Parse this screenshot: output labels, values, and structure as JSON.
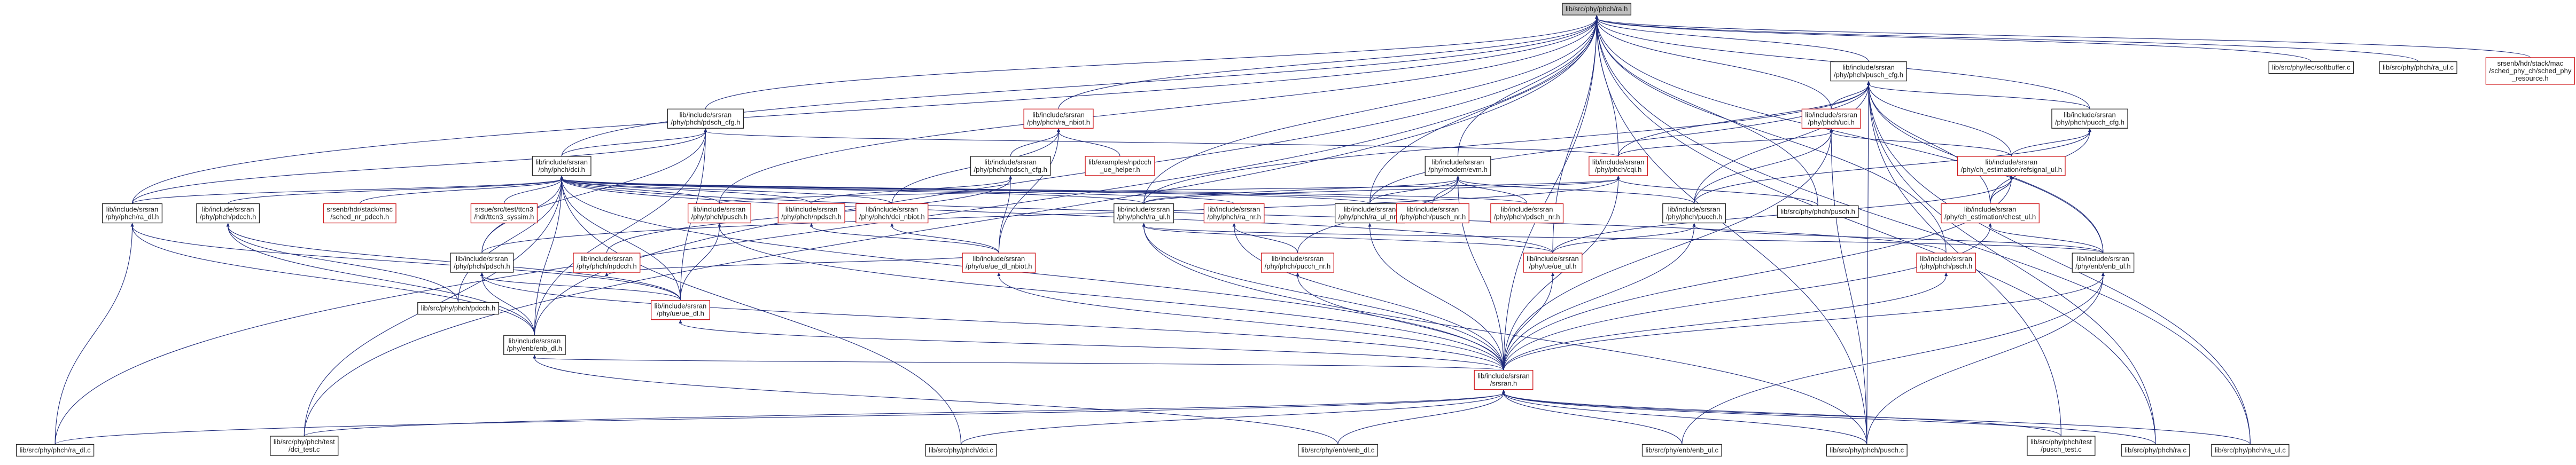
{
  "nodes": [
    {
      "id": "root",
      "lines": [
        "lib/src/phy/phch/ra.h"
      ],
      "style": "root"
    },
    {
      "id": "pusch_cfg",
      "lines": [
        "lib/include/srsran",
        "/phy/phch/pusch_cfg.h"
      ],
      "style": "black"
    },
    {
      "id": "softbuffer_c",
      "lines": [
        "lib/src/phy/fec/softbuffer.c"
      ],
      "style": "black"
    },
    {
      "id": "ra_ul_c",
      "lines": [
        "lib/src/phy/phch/ra_ul.c"
      ],
      "style": "black"
    },
    {
      "id": "sched_phy_resource",
      "lines": [
        "srsenb/hdr/stack/mac",
        "/sched_phy_ch/sched_phy",
        "_resource.h"
      ],
      "style": "red"
    },
    {
      "id": "pdsch_cfg",
      "lines": [
        "lib/include/srsran",
        "/phy/phch/pdsch_cfg.h"
      ],
      "style": "black"
    },
    {
      "id": "ra_nbiot",
      "lines": [
        "lib/include/srsran",
        "/phy/phch/ra_nbiot.h"
      ],
      "style": "red"
    },
    {
      "id": "uci",
      "lines": [
        "lib/include/srsran",
        "/phy/phch/uci.h"
      ],
      "style": "red"
    },
    {
      "id": "pucch_cfg",
      "lines": [
        "lib/include/srsran",
        "/phy/phch/pucch_cfg.h"
      ],
      "style": "black"
    },
    {
      "id": "dci",
      "lines": [
        "lib/include/srsran",
        "/phy/phch/dci.h"
      ],
      "style": "black"
    },
    {
      "id": "npdsch_cfg",
      "lines": [
        "lib/include/srsran",
        "/phy/phch/npdsch_cfg.h"
      ],
      "style": "black"
    },
    {
      "id": "pdcch_ue_helper",
      "lines": [
        "lib/examples/npdcch",
        "_ue_helper.h"
      ],
      "style": "red"
    },
    {
      "id": "modem_evm",
      "lines": [
        "lib/include/srsran",
        "/phy/modem/evm.h"
      ],
      "style": "black"
    },
    {
      "id": "cqi",
      "lines": [
        "lib/include/srsran",
        "/phy/phch/cqi.h"
      ],
      "style": "red"
    },
    {
      "id": "chest_sl_ref",
      "lines": [
        "lib/include/srsran",
        "/phy/ch_estimation/refsignal_ul.h"
      ],
      "style": "red"
    },
    {
      "id": "ra_dl",
      "lines": [
        "lib/include/srsran",
        "/phy/phch/ra_dl.h"
      ],
      "style": "black"
    },
    {
      "id": "mac_test_pdcch",
      "lines": [
        "lib/include/srsran",
        "/phy/phch/pdcch.h"
      ],
      "style": "black"
    },
    {
      "id": "sched_nr_pdcch",
      "lines": [
        "srsenb/hdr/stack/mac",
        "/sched_nr_pdcch.h"
      ],
      "style": "red"
    },
    {
      "id": "cs_ue_test",
      "lines": [
        "srsue/src/test/ttcn3",
        "/hdr/ttcn3_syssim.h"
      ],
      "style": "red"
    },
    {
      "id": "pusch",
      "lines": [
        "lib/include/srsran",
        "/phy/phch/pusch.h"
      ],
      "style": "red"
    },
    {
      "id": "npdsch",
      "lines": [
        "lib/include/srsran",
        "/phy/phch/npdsch.h"
      ],
      "style": "red"
    },
    {
      "id": "dci_nbiot",
      "lines": [
        "lib/include/srsran",
        "/phy/phch/dci_nbiot.h"
      ],
      "style": "red"
    },
    {
      "id": "ra_ul",
      "lines": [
        "lib/include/srsran",
        "/phy/phch/ra_ul.h"
      ],
      "style": "black"
    },
    {
      "id": "ra_nr",
      "lines": [
        "lib/include/srsran",
        "/phy/phch/ra_nr.h"
      ],
      "style": "red"
    },
    {
      "id": "ra_ul_nr",
      "lines": [
        "lib/include/srsran",
        "/phy/phch/ra_ul_nr.h"
      ],
      "style": "black"
    },
    {
      "id": "pusch_nr",
      "lines": [
        "lib/include/srsran",
        "/phy/phch/pusch_nr.h"
      ],
      "style": "red"
    },
    {
      "id": "pdsch_nr",
      "lines": [
        "lib/include/srsran",
        "/phy/phch/pdsch_nr.h"
      ],
      "style": "red"
    },
    {
      "id": "pucch",
      "lines": [
        "lib/include/srsran",
        "/phy/phch/pucch.h"
      ],
      "style": "black"
    },
    {
      "id": "pusch_c",
      "lines": [
        "lib/src/phy/phch/pusch.h"
      ],
      "style": "black"
    },
    {
      "id": "chest_ul",
      "lines": [
        "lib/include/srsran",
        "/phy/ch_estimation/chest_ul.h"
      ],
      "style": "red"
    },
    {
      "id": "pdsch",
      "lines": [
        "lib/include/srsran",
        "/phy/phch/pdsch.h"
      ],
      "style": "black"
    },
    {
      "id": "npdcch",
      "lines": [
        "lib/include/srsran",
        "/phy/phch/npdcch.h"
      ],
      "style": "red"
    },
    {
      "id": "ue_dl_nbiot",
      "lines": [
        "lib/include/srsran",
        "/phy/ue/ue_dl_nbiot.h"
      ],
      "style": "red"
    },
    {
      "id": "pucch_nr",
      "lines": [
        "lib/include/srsran",
        "/phy/phch/pucch_nr.h"
      ],
      "style": "red"
    },
    {
      "id": "ue_ul",
      "lines": [
        "lib/include/srsran",
        "/phy/ue/ue_ul.h"
      ],
      "style": "red"
    },
    {
      "id": "psch",
      "lines": [
        "lib/include/srsran",
        "/phy/phch/psch.h"
      ],
      "style": "red"
    },
    {
      "id": "enb_ul",
      "lines": [
        "lib/include/srsran",
        "/phy/enb/enb_ul.h"
      ],
      "style": "black"
    },
    {
      "id": "pdcch_c",
      "lines": [
        "lib/src/phy/phch/pdcch.h"
      ],
      "style": "black"
    },
    {
      "id": "ue_dl",
      "lines": [
        "lib/include/srsran",
        "/phy/ue/ue_dl.h"
      ],
      "style": "red"
    },
    {
      "id": "enb_dl",
      "lines": [
        "lib/include/srsran",
        "/phy/enb/enb_dl.h"
      ],
      "style": "black"
    },
    {
      "id": "srsran_h",
      "lines": [
        "lib/include/srsran",
        "/srsran.h"
      ],
      "style": "red"
    },
    {
      "id": "ra_dl_c",
      "lines": [
        "lib/src/phy/phch/ra_dl.c"
      ],
      "style": "black"
    },
    {
      "id": "dci_test",
      "lines": [
        "lib/src/phy/phch/test",
        "/dci_test.c"
      ],
      "style": "black"
    },
    {
      "id": "dci_c",
      "lines": [
        "lib/src/phy/phch/dci.c"
      ],
      "style": "black"
    },
    {
      "id": "enb_dl_c",
      "lines": [
        "lib/src/phy/enb/enb_dl.c"
      ],
      "style": "black"
    },
    {
      "id": "enb_ul_c",
      "lines": [
        "lib/src/phy/enb/enb_ul.c"
      ],
      "style": "black"
    },
    {
      "id": "pusch_cc",
      "lines": [
        "lib/src/phy/phch/pusch.c"
      ],
      "style": "black"
    },
    {
      "id": "pusch_test",
      "lines": [
        "lib/src/phy/phch/test",
        "/pusch_test.c"
      ],
      "style": "black"
    },
    {
      "id": "ra_c",
      "lines": [
        "lib/src/phy/phch/ra.c"
      ],
      "style": "black"
    },
    {
      "id": "ra_ul_cc",
      "lines": [
        "lib/src/phy/phch/ra_ul.c"
      ],
      "style": "black"
    }
  ],
  "edges": [
    [
      "pusch_cfg",
      "root"
    ],
    [
      "softbuffer_c",
      "root"
    ],
    [
      "ra_ul_c",
      "root"
    ],
    [
      "sched_phy_resource",
      "root"
    ],
    [
      "pdsch_cfg",
      "root"
    ],
    [
      "ra_nbiot",
      "root"
    ],
    [
      "uci",
      "root"
    ],
    [
      "pucch_cfg",
      "root"
    ],
    [
      "dci",
      "root"
    ],
    [
      "modem_evm",
      "root"
    ],
    [
      "cqi",
      "root"
    ],
    [
      "ra_dl",
      "root"
    ],
    [
      "pusch",
      "root"
    ],
    [
      "ra_ul",
      "root"
    ],
    [
      "ra_ul_nr",
      "root"
    ],
    [
      "psch",
      "root"
    ],
    [
      "enb_ul",
      "root"
    ],
    [
      "pusch_c",
      "root"
    ],
    [
      "enb_dl",
      "root"
    ],
    [
      "srsran_h",
      "root"
    ],
    [
      "ue_ul",
      "root"
    ],
    [
      "ra_dl_c",
      "root"
    ],
    [
      "pusch_cc",
      "root"
    ],
    [
      "ra_c",
      "root"
    ],
    [
      "ra_ul_cc",
      "root"
    ],
    [
      "dci_test",
      "root"
    ],
    [
      "uci",
      "pusch_cfg"
    ],
    [
      "pucch_cfg",
      "pusch_cfg"
    ],
    [
      "cqi",
      "pusch_cfg"
    ],
    [
      "chest_sl_ref",
      "pusch_cfg"
    ],
    [
      "pucch",
      "pusch_cfg"
    ],
    [
      "ra_ul_nr",
      "pusch_cfg"
    ],
    [
      "chest_ul",
      "pusch_cfg"
    ],
    [
      "pusch_cc",
      "pusch_cfg"
    ],
    [
      "pusch_test",
      "pusch_cfg"
    ],
    [
      "ra_c",
      "pusch_cfg"
    ],
    [
      "ra_ul_cc",
      "pusch_cfg"
    ],
    [
      "enb_ul",
      "pusch_cfg"
    ],
    [
      "ra_ul",
      "pusch_cfg"
    ],
    [
      "dci",
      "pdsch_cfg"
    ],
    [
      "ra_dl",
      "pdsch_cfg"
    ],
    [
      "cqi",
      "pdsch_cfg"
    ],
    [
      "pdsch",
      "pdsch_cfg"
    ],
    [
      "ue_dl",
      "pdsch_cfg"
    ],
    [
      "enb_dl",
      "pdsch_cfg"
    ],
    [
      "npdsch_cfg",
      "ra_nbiot"
    ],
    [
      "pdcch_ue_helper",
      "ra_nbiot"
    ],
    [
      "dci_nbiot",
      "ra_nbiot"
    ],
    [
      "ue_dl_nbiot",
      "ra_nbiot"
    ],
    [
      "cqi",
      "uci"
    ],
    [
      "chest_sl_ref",
      "uci"
    ],
    [
      "pucch",
      "uci"
    ],
    [
      "srsran_h",
      "uci"
    ],
    [
      "pusch_cc",
      "uci"
    ],
    [
      "pucch",
      "pucch_cfg"
    ],
    [
      "chest_ul",
      "pucch_cfg"
    ],
    [
      "chest_sl_ref",
      "pucch_cfg"
    ],
    [
      "ra_dl",
      "dci"
    ],
    [
      "mac_test_pdcch",
      "dci"
    ],
    [
      "sched_nr_pdcch",
      "dci"
    ],
    [
      "cs_ue_test",
      "dci"
    ],
    [
      "pusch",
      "dci"
    ],
    [
      "npdsch",
      "dci"
    ],
    [
      "dci_nbiot",
      "dci"
    ],
    [
      "ra_ul",
      "dci"
    ],
    [
      "ra_nr",
      "dci"
    ],
    [
      "ra_ul_nr",
      "dci"
    ],
    [
      "pusch_nr",
      "dci"
    ],
    [
      "pdsch_nr",
      "dci"
    ],
    [
      "pdsch",
      "dci"
    ],
    [
      "psch",
      "dci"
    ],
    [
      "ue_dl",
      "dci"
    ],
    [
      "enb_dl",
      "dci"
    ],
    [
      "srsran_h",
      "dci"
    ],
    [
      "dci_test",
      "dci"
    ],
    [
      "dci_c",
      "dci"
    ],
    [
      "pdcch_c",
      "dci"
    ],
    [
      "ue_ul",
      "dci"
    ],
    [
      "npdsch",
      "npdsch_cfg"
    ],
    [
      "ue_dl_nbiot",
      "npdsch_cfg"
    ],
    [
      "npdcch",
      "npdsch_cfg"
    ],
    [
      "ra_ul_nr",
      "modem_evm"
    ],
    [
      "pusch_nr",
      "modem_evm"
    ],
    [
      "pdsch_nr",
      "modem_evm"
    ],
    [
      "pucch_nr",
      "modem_evm"
    ],
    [
      "ra_ul",
      "modem_evm"
    ],
    [
      "pucch",
      "modem_evm"
    ],
    [
      "srsran_h",
      "modem_evm"
    ],
    [
      "pusch",
      "cqi"
    ],
    [
      "ra_ul",
      "cqi"
    ],
    [
      "srsran_h",
      "cqi"
    ],
    [
      "pusch_c",
      "cqi"
    ],
    [
      "pdsch",
      "cqi"
    ],
    [
      "chest_ul",
      "chest_sl_ref"
    ],
    [
      "srsran_h",
      "chest_sl_ref"
    ],
    [
      "ue_ul",
      "chest_sl_ref"
    ],
    [
      "ue_dl",
      "ra_dl"
    ],
    [
      "enb_dl",
      "ra_dl"
    ],
    [
      "ra_dl_c",
      "ra_dl"
    ],
    [
      "pdcch_c",
      "mac_test_pdcch"
    ],
    [
      "ue_dl",
      "mac_test_pdcch"
    ],
    [
      "enb_dl",
      "mac_test_pdcch"
    ],
    [
      "ue_dl",
      "pusch"
    ],
    [
      "srsran_h",
      "pusch"
    ],
    [
      "ue_dl_nbiot",
      "npdsch"
    ],
    [
      "ue_dl_nbiot",
      "npdcch"
    ],
    [
      "ue_dl_nbiot",
      "dci_nbiot"
    ],
    [
      "srsran_h",
      "ra_ul"
    ],
    [
      "ue_ul",
      "ra_ul"
    ],
    [
      "enb_ul",
      "ra_ul"
    ],
    [
      "pusch_cc",
      "ra_ul"
    ],
    [
      "pucch_nr",
      "ra_nr"
    ],
    [
      "srsran_h",
      "ra_nr"
    ],
    [
      "srsran_h",
      "ra_ul_nr"
    ],
    [
      "srsran_h",
      "pucch_nr"
    ],
    [
      "enb_ul",
      "pucch"
    ],
    [
      "srsran_h",
      "pucch"
    ],
    [
      "ue_ul",
      "pucch"
    ],
    [
      "chest_ul",
      "chest_sl_ref"
    ],
    [
      "enb_ul",
      "chest_ul"
    ],
    [
      "srsran_h",
      "chest_ul"
    ],
    [
      "ue_dl",
      "pdsch"
    ],
    [
      "enb_dl",
      "pdsch"
    ],
    [
      "srsran_h",
      "pdsch"
    ],
    [
      "srsran_h",
      "ue_dl"
    ],
    [
      "srsran_h",
      "enb_dl"
    ],
    [
      "srsran_h",
      "enb_ul"
    ],
    [
      "srsran_h",
      "ue_ul"
    ],
    [
      "srsran_h",
      "psch"
    ],
    [
      "srsran_h",
      "ue_dl_nbiot"
    ],
    [
      "enb_dl_c",
      "enb_dl"
    ],
    [
      "enb_ul_c",
      "enb_ul"
    ],
    [
      "pusch_cc",
      "enb_ul"
    ],
    [
      "ra_dl_c",
      "srsran_h"
    ],
    [
      "dci_test",
      "srsran_h"
    ],
    [
      "dci_c",
      "srsran_h"
    ],
    [
      "enb_dl_c",
      "srsran_h"
    ],
    [
      "enb_ul_c",
      "srsran_h"
    ],
    [
      "pusch_cc",
      "srsran_h"
    ],
    [
      "pusch_test",
      "srsran_h"
    ],
    [
      "ra_c",
      "srsran_h"
    ],
    [
      "ra_ul_cc",
      "srsran_h"
    ]
  ]
}
